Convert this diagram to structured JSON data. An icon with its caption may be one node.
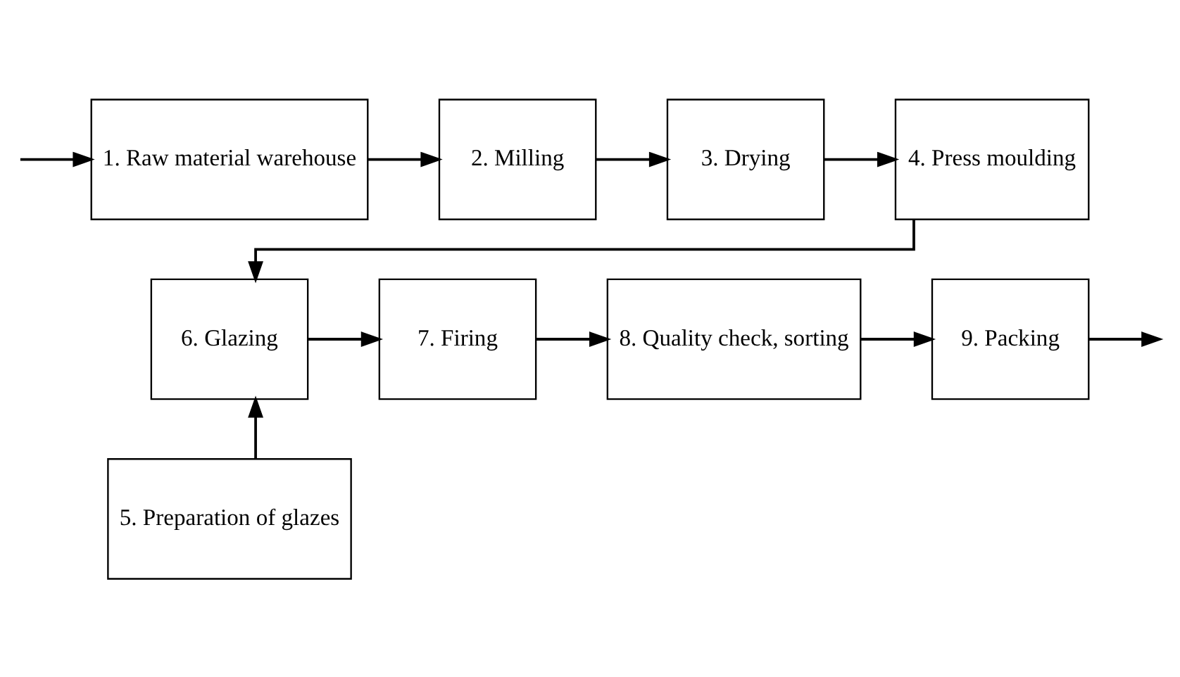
{
  "diagram": {
    "nodes": [
      {
        "text": [
          "1. Raw material warehouse"
        ]
      },
      {
        "text": [
          "2. Milling"
        ]
      },
      {
        "text": [
          "3. Drying"
        ]
      },
      {
        "text": [
          "4. Press moulding"
        ]
      },
      {
        "text": [
          "6. Glazing"
        ]
      },
      {
        "text": [
          "7. Firing"
        ]
      },
      {
        "text": [
          "8. Quality check, sorting"
        ]
      },
      {
        "text": [
          "9. Packing"
        ]
      },
      {
        "text": [
          "5. Preparation of glazes"
        ]
      }
    ],
    "edges": [
      {
        "from": null,
        "to": 0,
        "arrow": "to"
      },
      {
        "from": 0,
        "to": 1,
        "arrow": "to"
      },
      {
        "from": 1,
        "to": 2,
        "arrow": "to"
      },
      {
        "from": 2,
        "to": 3,
        "arrow": "to"
      },
      {
        "from": 3,
        "to": 4,
        "arrow": "to"
      },
      {
        "from": 8,
        "to": 4,
        "arrow": "to"
      },
      {
        "from": 4,
        "to": 5,
        "arrow": "to"
      },
      {
        "from": 5,
        "to": 6,
        "arrow": "to"
      },
      {
        "from": 6,
        "to": 7,
        "arrow": "to"
      },
      {
        "from": 7,
        "to": null,
        "arrow": "to"
      }
    ]
  }
}
